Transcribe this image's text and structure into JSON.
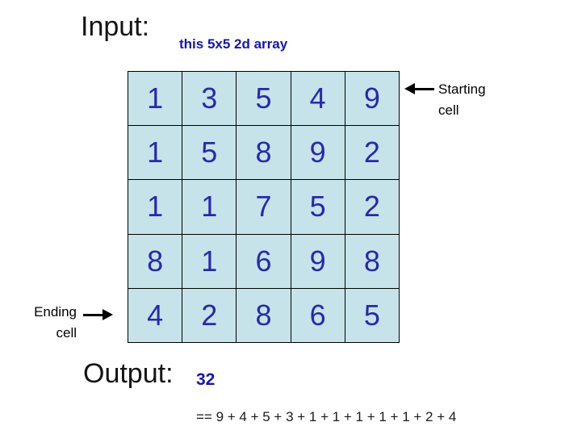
{
  "input": {
    "label": "Input:",
    "note": "this 5x5 2d array"
  },
  "grid": {
    "rows": [
      [
        "1",
        "3",
        "5",
        "4",
        "9"
      ],
      [
        "1",
        "5",
        "8",
        "9",
        "2"
      ],
      [
        "1",
        "1",
        "7",
        "5",
        "2"
      ],
      [
        "8",
        "1",
        "6",
        "9",
        "8"
      ],
      [
        "4",
        "2",
        "8",
        "6",
        "5"
      ]
    ]
  },
  "annotations": {
    "starting_cell": "Starting cell",
    "ending_cell": "Ending cell"
  },
  "output": {
    "label": "Output:",
    "value": "32",
    "equation": "== 9 + 4 + 5 + 3 + 1 + 1 + 1 + 1 + 1 + 2 + 4"
  },
  "colors": {
    "cell_fill": "#c6e3e9",
    "grid_border": "#000000",
    "number_blue": "#2828ad",
    "accent_blue": "#1414bb"
  }
}
